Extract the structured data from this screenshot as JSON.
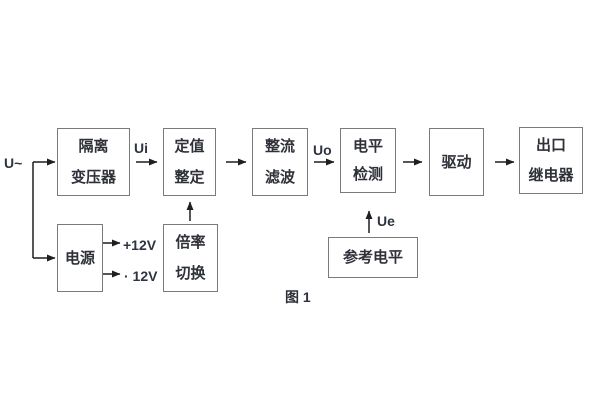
{
  "diagram": {
    "caption": "图 1",
    "labels": {
      "input": "U~",
      "ui": "Ui",
      "uo": "Uo",
      "ue": "Ue",
      "plus12v": "+12V",
      "minus12v": "· 12V"
    },
    "boxes": {
      "isolation_transformer": {
        "line1": "隔离",
        "line2": "变压器"
      },
      "setting": {
        "line1": "定值",
        "line2": "整定"
      },
      "rectifier_filter": {
        "line1": "整流",
        "line2": "滤波"
      },
      "level_detection": {
        "line1": "电平",
        "line2": "检测"
      },
      "drive": {
        "line1": "驱动"
      },
      "output_relay": {
        "line1": "出口",
        "line2": "继电器"
      },
      "power_supply": {
        "line1": "电源"
      },
      "ratio_switch": {
        "line1": "倍率",
        "line2": "切换"
      },
      "reference_level": {
        "line1": "参考电平"
      }
    },
    "colors": {
      "box_border": "#7a7a7a",
      "text": "#2e3138",
      "wire": "#1f1f1f"
    }
  }
}
